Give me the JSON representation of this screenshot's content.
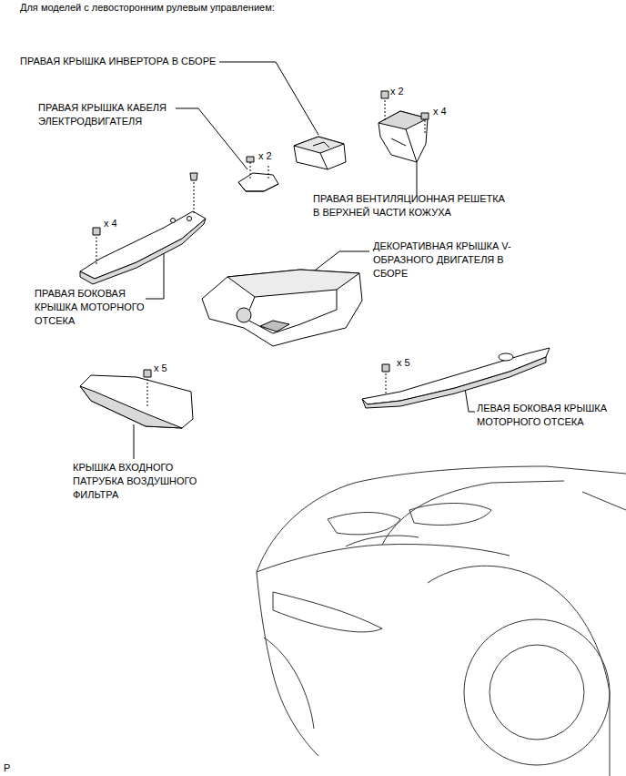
{
  "diagram": {
    "title": "Для моделей с левосторонним рулевым управлением:",
    "labels": [
      "ПРАВАЯ КРЫШКА ИНВЕРТОРА В СБОРЕ",
      "x 2",
      "x 4",
      "ПРАВАЯ КРЫШКА КАБЕЛЯ ЭЛЕКТРОДВИГАТЕЛЯ",
      "x 2",
      "ПРАВАЯ ВЕНТИЛЯЦИОННАЯ РЕШЕТКА В ВЕРХНЕЙ ЧАСТИ КОЖУХА",
      "x 4",
      "ДЕКОРАТИВНАЯ КРЫШКА V-ОБРАЗНОГО ДВИГАТЕЛЯ В СБОРЕ",
      "ПРАВАЯ БОКОВАЯ КРЫШКА МОТОРНОГО ОТСЕКА",
      "x 5",
      "x 5",
      "ЛЕВАЯ БОКОВАЯ КРЫШКА МОТОРНОГО ОТСЕКА",
      "КРЫШКА ВХОДНОГО ПАТРУБКА ВОЗДУШНОГО ФИЛЬТРА",
      "P"
    ]
  }
}
